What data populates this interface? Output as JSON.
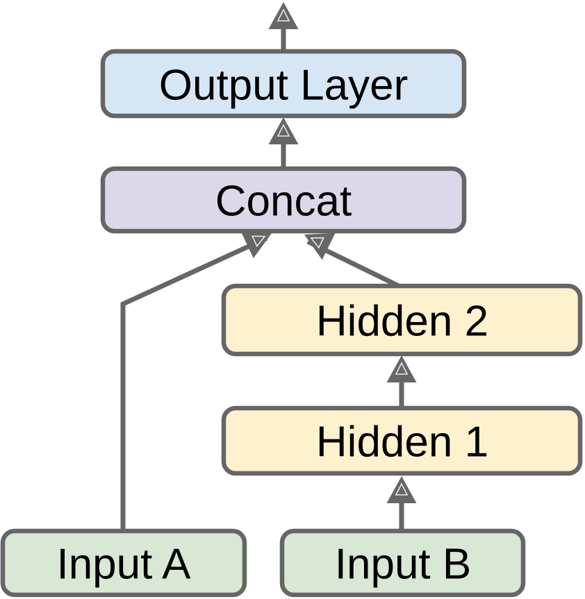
{
  "diagram": {
    "type": "flow-diagram",
    "description": "Neural network architecture diagram: two inputs, a hidden stack on input B, concatenation, and an output layer",
    "colors": {
      "background": "#ffffff",
      "stroke": "#666666",
      "text": "#000000",
      "arrowhead_inner_outline": "#ffffff",
      "output_fill": "#d7e6f5",
      "concat_fill": "#ded7e9",
      "hidden_fill": "#fdf2cd",
      "input_fill": "#d9e8d4"
    },
    "nodes": {
      "output_layer": {
        "label": "Output Layer",
        "fill": "#d7e6f5"
      },
      "concat": {
        "label": "Concat",
        "fill": "#ded7e9"
      },
      "hidden2": {
        "label": "Hidden 2",
        "fill": "#fdf2cd"
      },
      "hidden1": {
        "label": "Hidden 1",
        "fill": "#fdf2cd"
      },
      "input_a": {
        "label": "Input A",
        "fill": "#d9e8d4"
      },
      "input_b": {
        "label": "Input B",
        "fill": "#d9e8d4"
      }
    },
    "edges": [
      {
        "from": "input_a",
        "to": "concat"
      },
      {
        "from": "input_b",
        "to": "hidden1"
      },
      {
        "from": "hidden1",
        "to": "hidden2"
      },
      {
        "from": "hidden2",
        "to": "concat"
      },
      {
        "from": "concat",
        "to": "output_layer"
      },
      {
        "from": "output_layer",
        "to": "output (off-canvas, arrow exits top)"
      }
    ]
  }
}
